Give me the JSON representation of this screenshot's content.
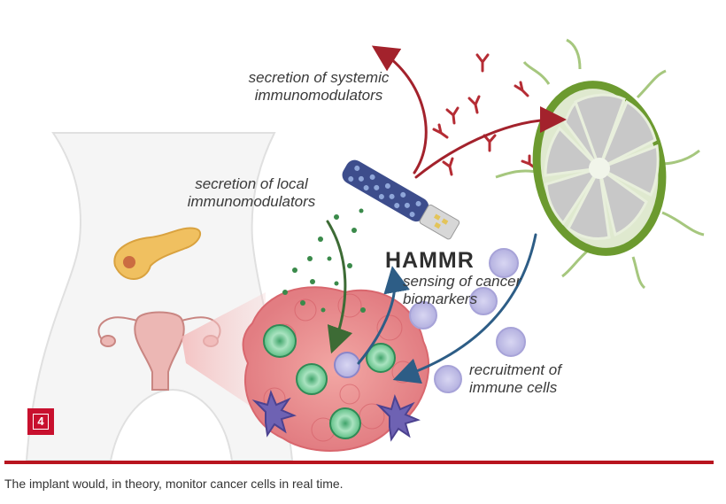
{
  "labels": {
    "systemic": "secretion of systemic immunomodulators",
    "systemic_line1": "secretion of systemic",
    "systemic_line2": "immunomodulators",
    "local_line1": "secretion of local",
    "local_line2": "immunomodulators",
    "device": "HAMMR",
    "sensing_line1": "sensing of cancer",
    "sensing_line2": "biomarkers",
    "recruitment_line1": "recruitment of",
    "recruitment_line2": "immune cells"
  },
  "badge": "4",
  "caption": "The implant would, in theory, monitor cancer cells in real time.",
  "colors": {
    "accent_red": "#b8141f",
    "systemic_arrow": "#a3222c",
    "local_arrow": "#3d6b35",
    "sensing_arrow": "#2d5d86",
    "lymph_green": "#6c9a2f",
    "tumor_pink": "#e8878b",
    "immune_purple": "#b4b1e0",
    "t_cell_green": "#67c18a"
  }
}
